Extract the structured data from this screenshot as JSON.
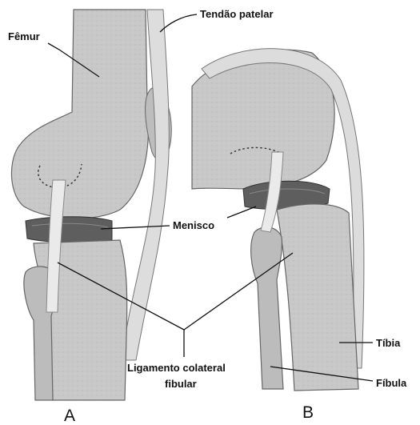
{
  "labels": {
    "femur": "Fêmur",
    "patellar_tendon": "Tendão patelar",
    "meniscus": "Menisco",
    "lcl_line1": "Ligamento colateral",
    "lcl_line2": "fibular",
    "tibia": "Tíbia",
    "fibula": "Fíbula"
  },
  "panels": {
    "a": "A",
    "b": "B"
  },
  "colors": {
    "bone": "#c6c6c6",
    "bone_dark": "#9a9a9a",
    "ligament": "#e6e6e6",
    "meniscus": "#5e5e5e",
    "outline": "#555555"
  }
}
